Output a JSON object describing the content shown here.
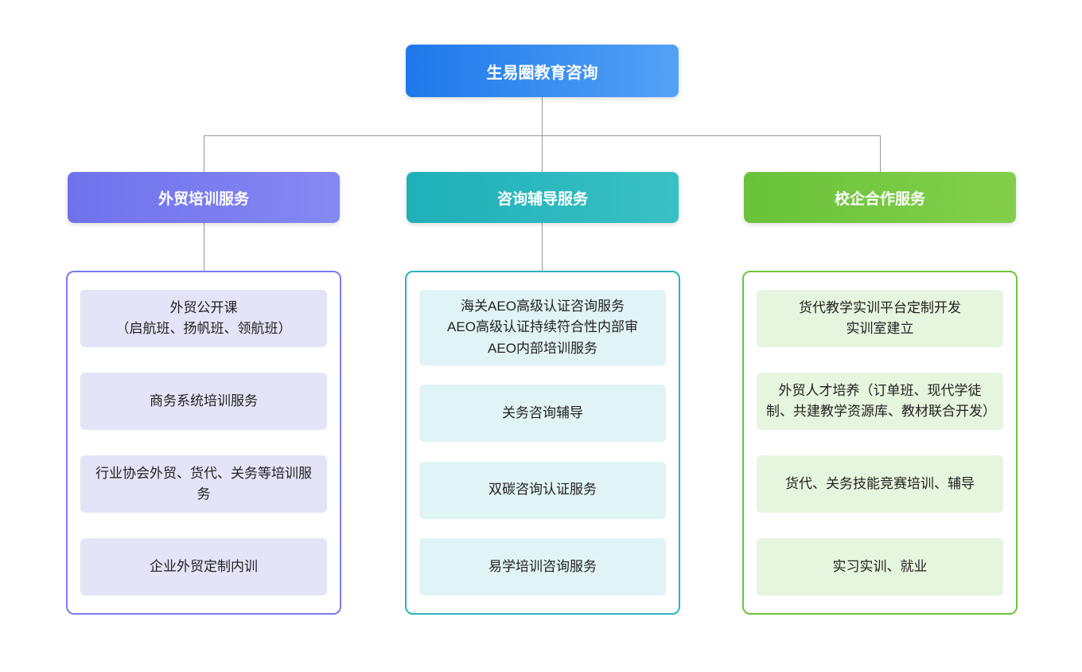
{
  "root": {
    "label": "生易圈教育咨询"
  },
  "branches": [
    {
      "label": "外贸培训服务",
      "accent": "#7a7cef",
      "item_bg": "#e4e4f8",
      "items": [
        "外贸公开课\n（启航班、扬帆班、领航班）",
        "商务系统培训服务",
        "行业协会外贸、货代、关务等培训服务",
        "企业外贸定制内训"
      ]
    },
    {
      "label": "咨询辅导服务",
      "accent": "#2ab3bc",
      "item_bg": "#e0f4f6",
      "items": [
        "海关AEO高级认证咨询服务\nAEO高级认证持续符合性内部审\nAEO内部培训服务",
        "关务咨询辅导",
        "双碳咨询认证服务",
        "易学培训咨询服务"
      ]
    },
    {
      "label": "校企合作服务",
      "accent": "#6ec53e",
      "item_bg": "#e6f5de",
      "items": [
        "货代教学实训平台定制开发\n实训室建立",
        "外贸人才培养（订单班、现代学徒制、共建教学资源库、教材联合开发）",
        "货代、关务技能竞赛培训、辅导",
        "实习实训、就业"
      ]
    }
  ],
  "colors": {
    "root_gradient_start": "#1f78ea",
    "root_gradient_end": "#53a2f6",
    "connector": "#999999"
  }
}
